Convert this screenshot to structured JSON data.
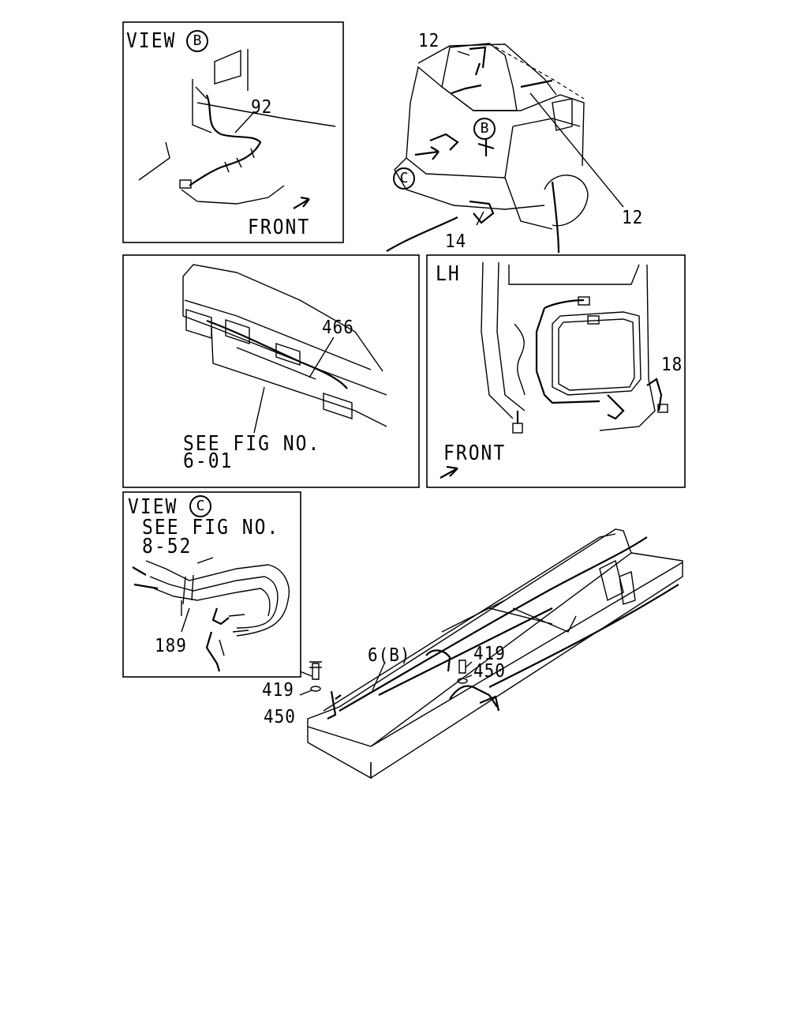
{
  "panels": {
    "view_b": {
      "view_word": "VIEW",
      "view_letter": "B",
      "part_92": "92",
      "front": "FRONT"
    },
    "cab_rear": {
      "part_12_top": "12",
      "part_12_right": "12",
      "part_14": "14",
      "callout_b": "B",
      "callout_c": "C"
    },
    "front_grille": {
      "part_466": "466",
      "see_fig_line1": "SEE FIG NO.",
      "see_fig_line2": "6-01"
    },
    "lh_door": {
      "title": "LH",
      "part_18": "18",
      "front": "FRONT"
    },
    "view_c": {
      "view_word": "VIEW",
      "view_letter": "C",
      "see_fig_line1": "SEE FIG NO.",
      "see_fig_line2": "8-52",
      "part_189": "189"
    },
    "frame": {
      "part_419_left": "419",
      "part_450_left": "450",
      "part_6b": "6(B)",
      "part_419_right": "419",
      "part_450_right": "450"
    }
  }
}
